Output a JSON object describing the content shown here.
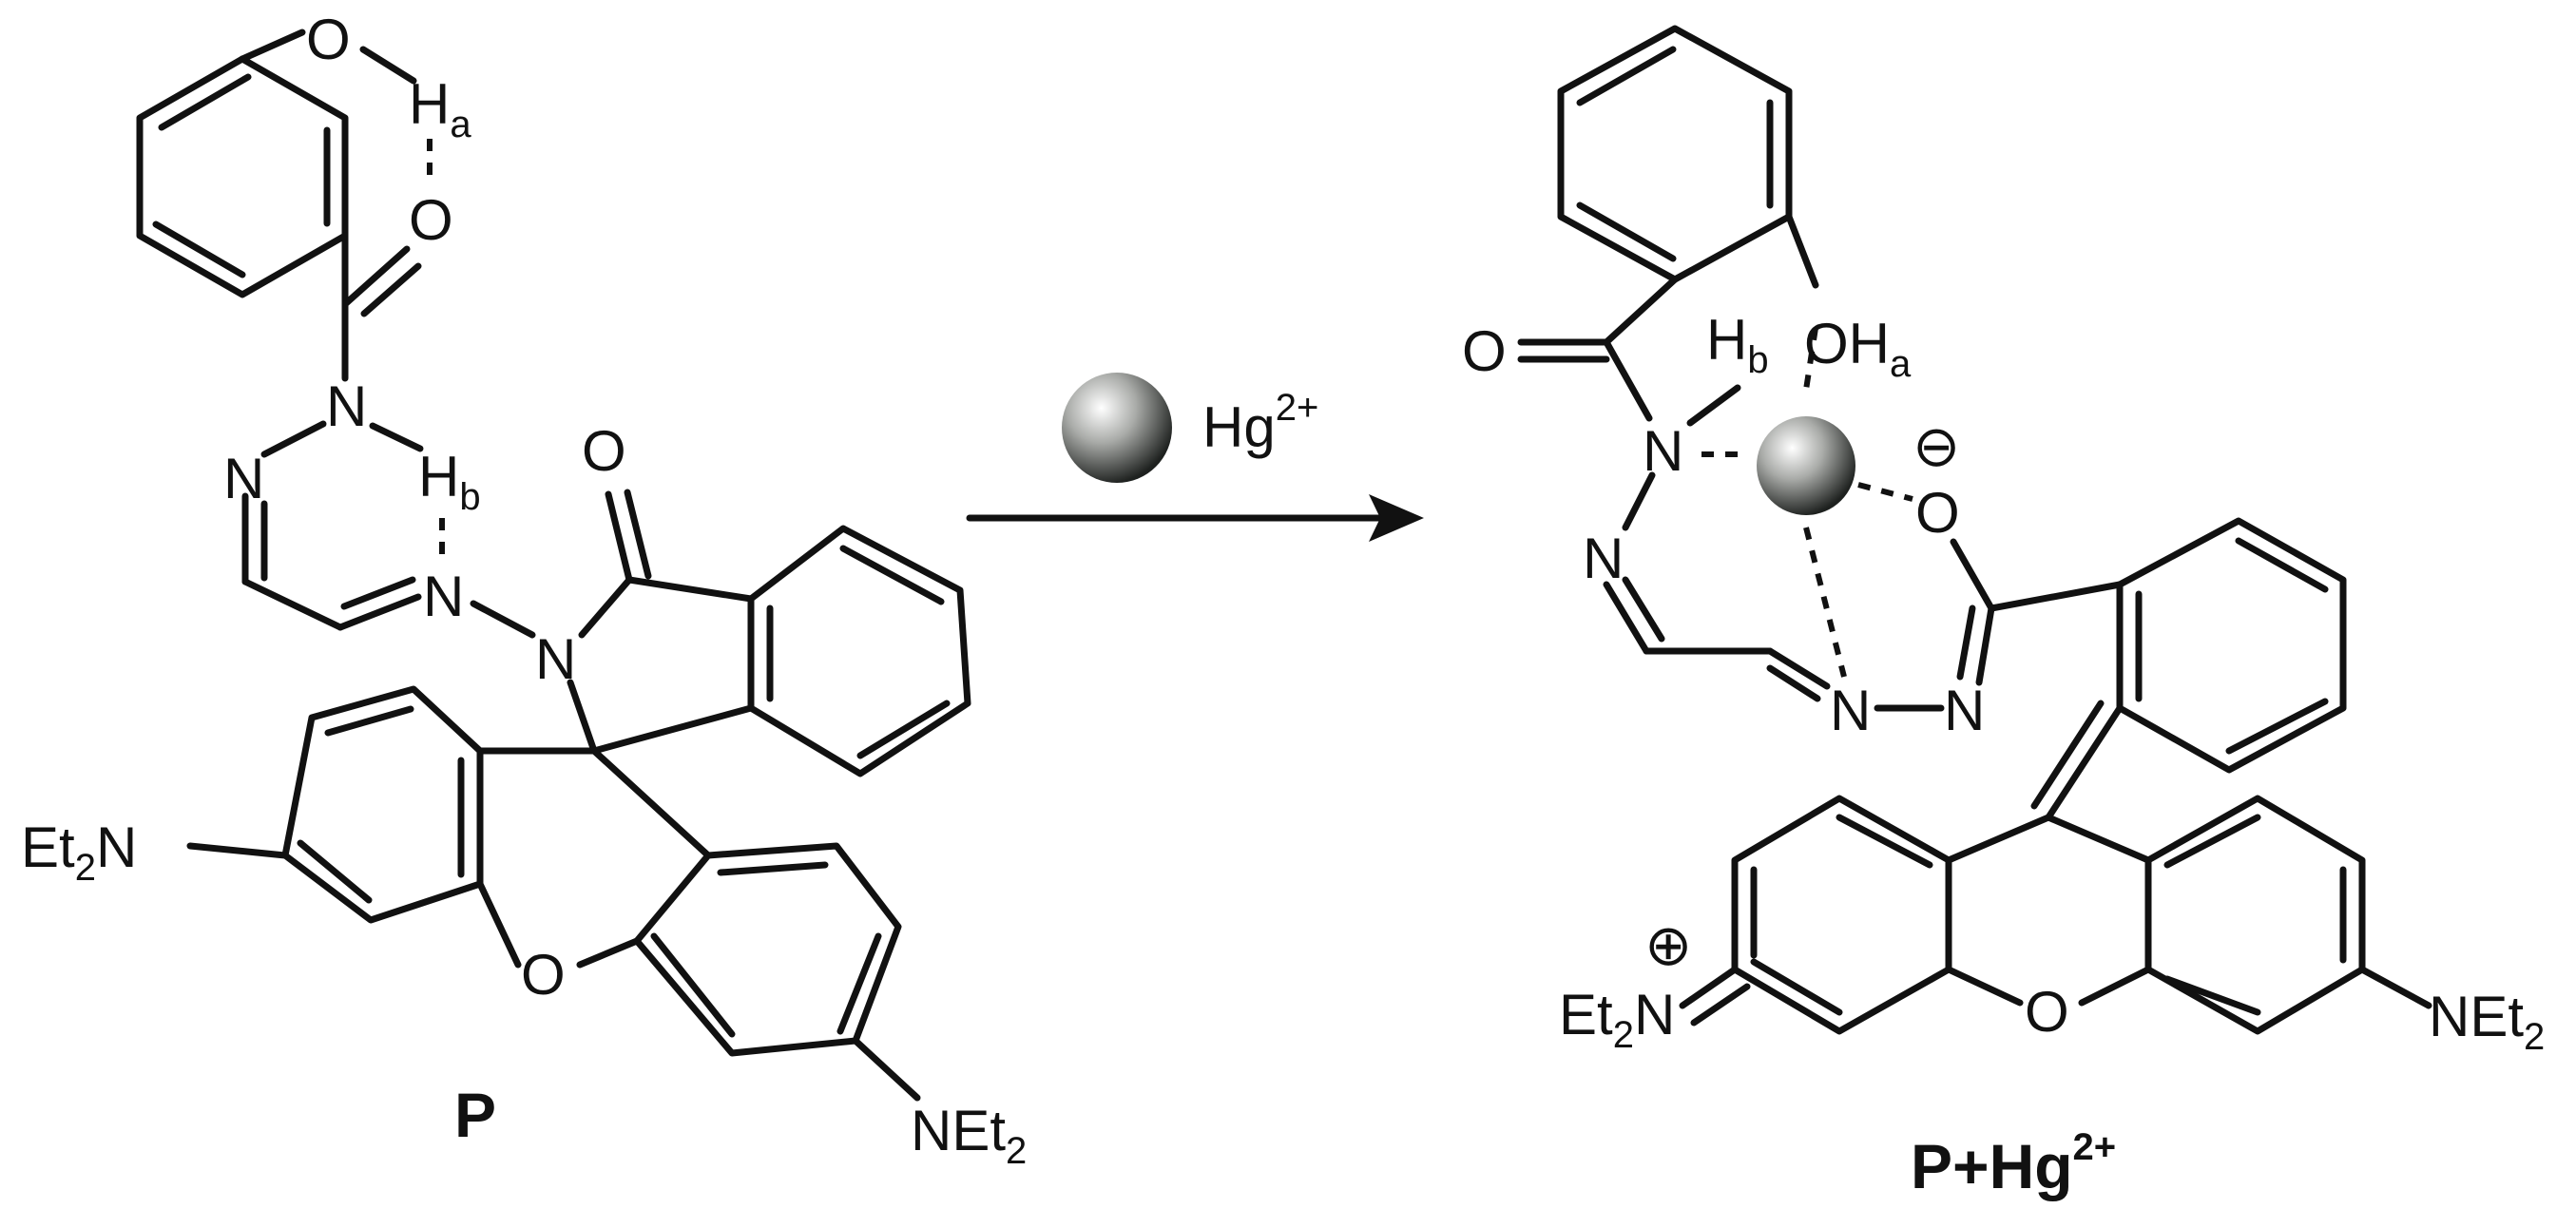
{
  "atoms": {
    "O": "O",
    "N": "N",
    "H": "H",
    "sub_a": "a",
    "sub_b": "b",
    "Et": "Et",
    "sub_2": "2",
    "NEt": "NEt",
    "charge_minus": "⊖",
    "charge_plus": "⊕"
  },
  "labels": {
    "reactant": "P",
    "reagent_ion": "Hg",
    "reagent_charge": "2+",
    "product_base": "P+Hg",
    "product_charge": "2+"
  },
  "colors": {
    "ink": "#111111",
    "sphere_light": "#ffffff",
    "sphere_mid": "#a9aba8",
    "sphere_dark": "#1e211f"
  },
  "icons": {
    "metal_ion": "grey-sphere-icon",
    "reaction": "right-arrow-icon"
  }
}
